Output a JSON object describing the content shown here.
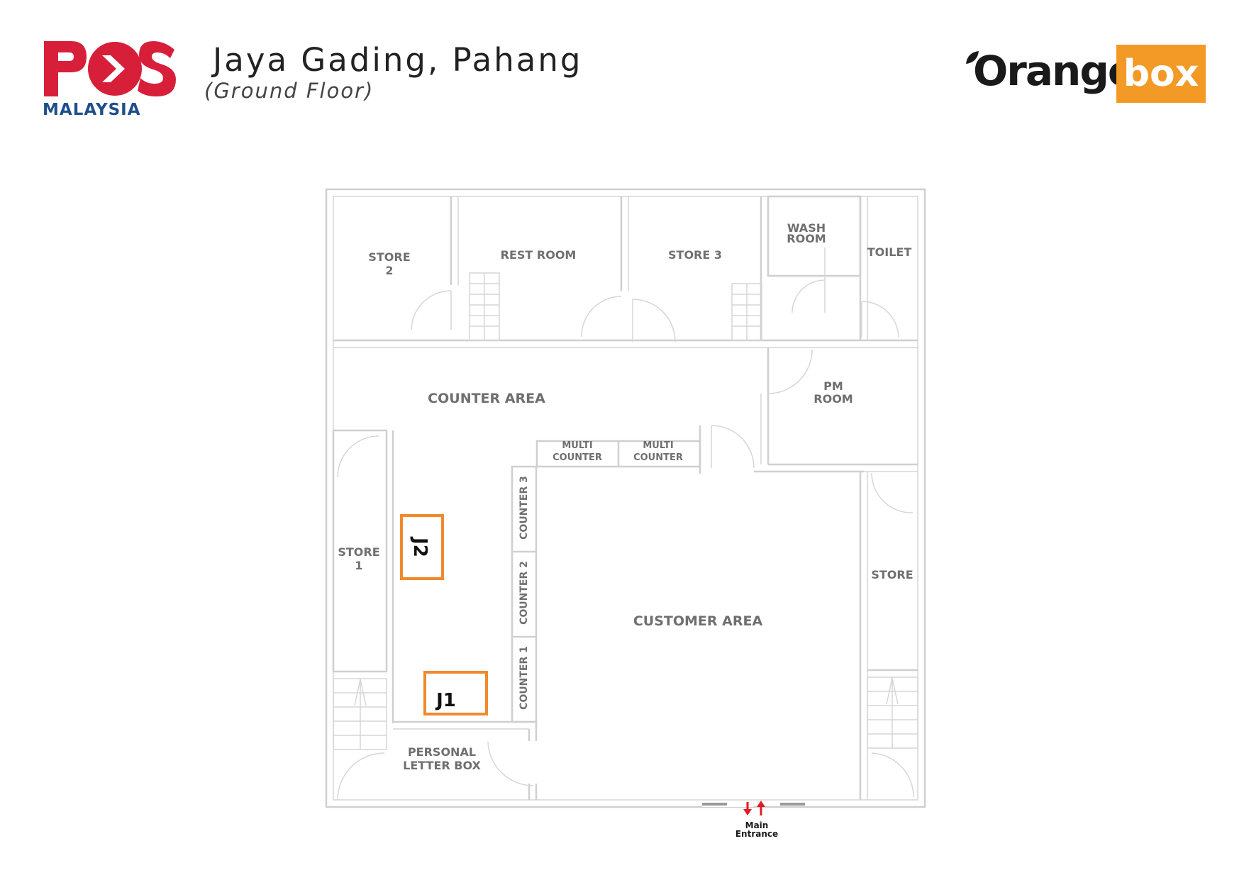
{
  "header": {
    "title": "Jaya Gading, Pahang",
    "subtitle": "(Ground Floor)"
  },
  "logos": {
    "pos_text": "POS",
    "pos_sub": "MALAYSIA",
    "orange_word": "Orange",
    "orange_box": "box"
  },
  "colors": {
    "pos_red": "#d71f3a",
    "pos_blue": "#1f4e8c",
    "orange": "#f39a26",
    "box_outline": "#ef8a2c",
    "arrow_red": "#e31b23"
  },
  "rooms": {
    "store2_a": "STORE",
    "store2_b": "2",
    "rest_room": "REST ROOM",
    "store3": "STORE 3",
    "wash_a": "WASH",
    "wash_b": "ROOM",
    "toilet": "TOILET",
    "counter_area": "COUNTER AREA",
    "pm_a": "PM",
    "pm_b": "ROOM",
    "multi1_a": "MULTI",
    "multi1_b": "COUNTER",
    "multi2_a": "MULTI",
    "multi2_b": "COUNTER",
    "counter3": "COUNTER 3",
    "counter2": "COUNTER 2",
    "counter1": "COUNTER 1",
    "store1_a": "STORE",
    "store1_b": "1",
    "store_right": "STORE",
    "customer_area": "CUSTOMER AREA",
    "plb_a": "PERSONAL",
    "plb_b": "LETTER BOX",
    "entrance_a": "Main",
    "entrance_b": "Entrance"
  },
  "markers": {
    "j1": "J1",
    "j2": "J2"
  }
}
